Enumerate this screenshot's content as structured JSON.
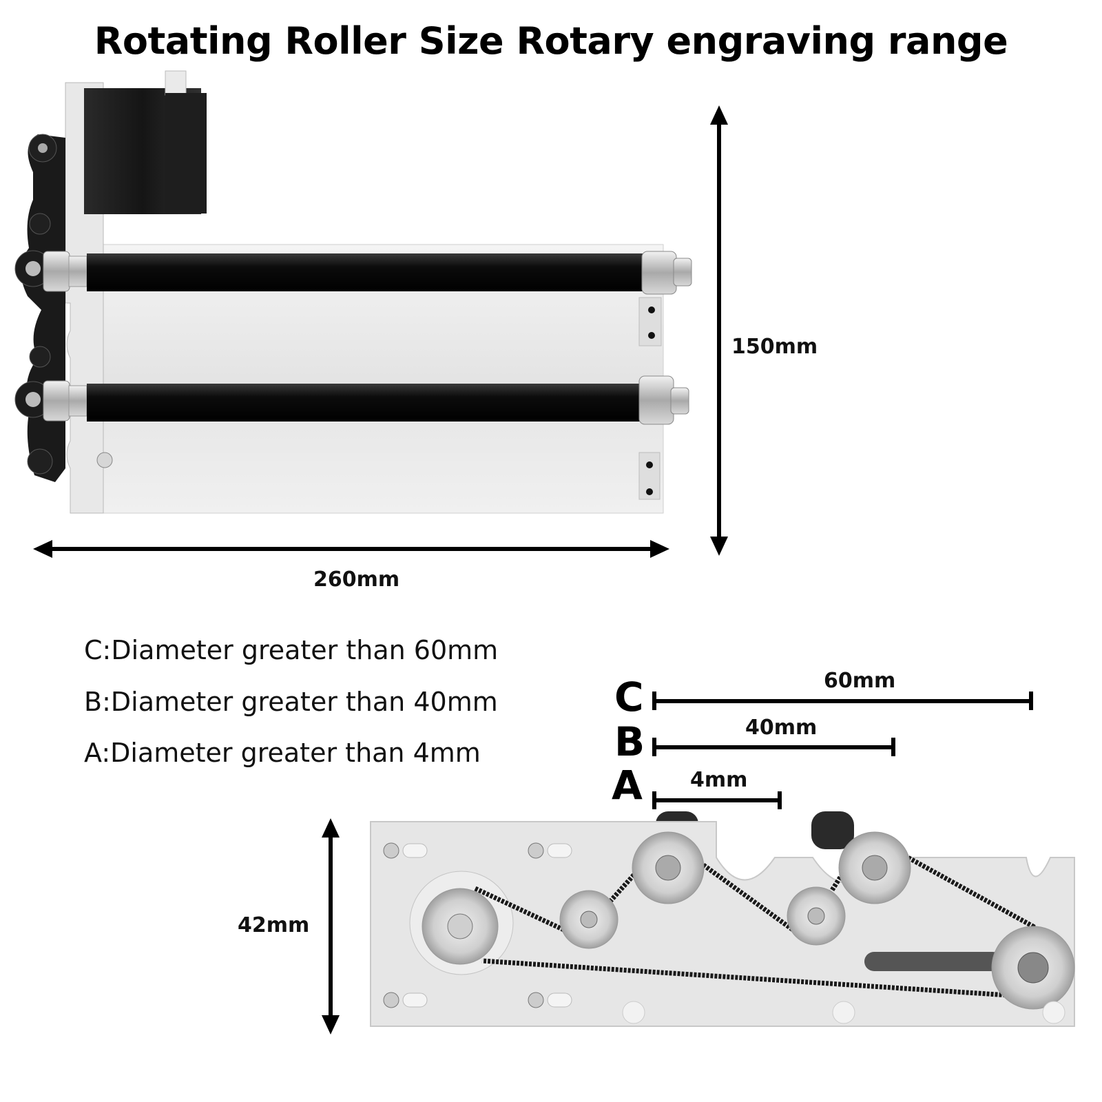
{
  "title": "Rotating Roller Size Rotary engraving range",
  "dimensions": {
    "width": "260mm",
    "height": "150mm",
    "side_height": "42mm"
  },
  "specs": [
    {
      "text": "C:Diameter greater than 60mm"
    },
    {
      "text": "B:Diameter greater than 40mm"
    },
    {
      "text": "A:Diameter greater than 4mm"
    }
  ],
  "ranges": [
    {
      "letter": "C",
      "label": "60mm",
      "value": 60
    },
    {
      "letter": "B",
      "label": "40mm",
      "value": 40
    },
    {
      "letter": "A",
      "label": "4mm",
      "value": 4
    }
  ],
  "colors": {
    "metal": "#e6e6e6",
    "metal_dark": "#bdbdbd",
    "roller": "#111111",
    "arrow": "#000000"
  }
}
